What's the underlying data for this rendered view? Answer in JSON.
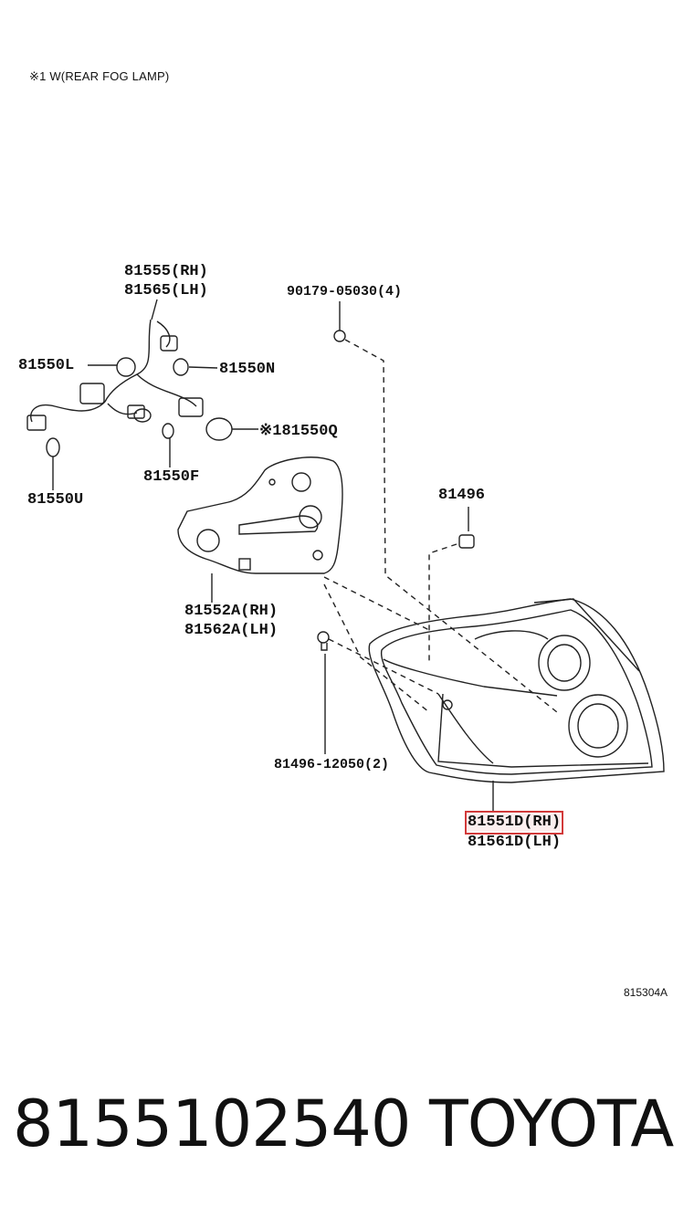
{
  "note": "※1  W(REAR FOG LAMP)",
  "labels": {
    "socket_rh": "81555(RH)",
    "socket_lh": "81565(LH)",
    "bulb_l": "81550L",
    "bulb_n": "81550N",
    "bulb_q": "※181550Q",
    "bulb_f": "81550F",
    "bulb_u": "81550U",
    "screw": "90179-05030(4)",
    "clip": "81496",
    "gasket_rh": "81552A(RH)",
    "gasket_lh": "81562A(LH)",
    "nut": "81496-12050(2)",
    "lamp_rh": "81551D(RH)",
    "lamp_lh": "81561D(LH)"
  },
  "diagram_code": "815304A",
  "part_number": "8155102540",
  "brand": "TOYOTA",
  "highlight_color": "#d23a3a"
}
